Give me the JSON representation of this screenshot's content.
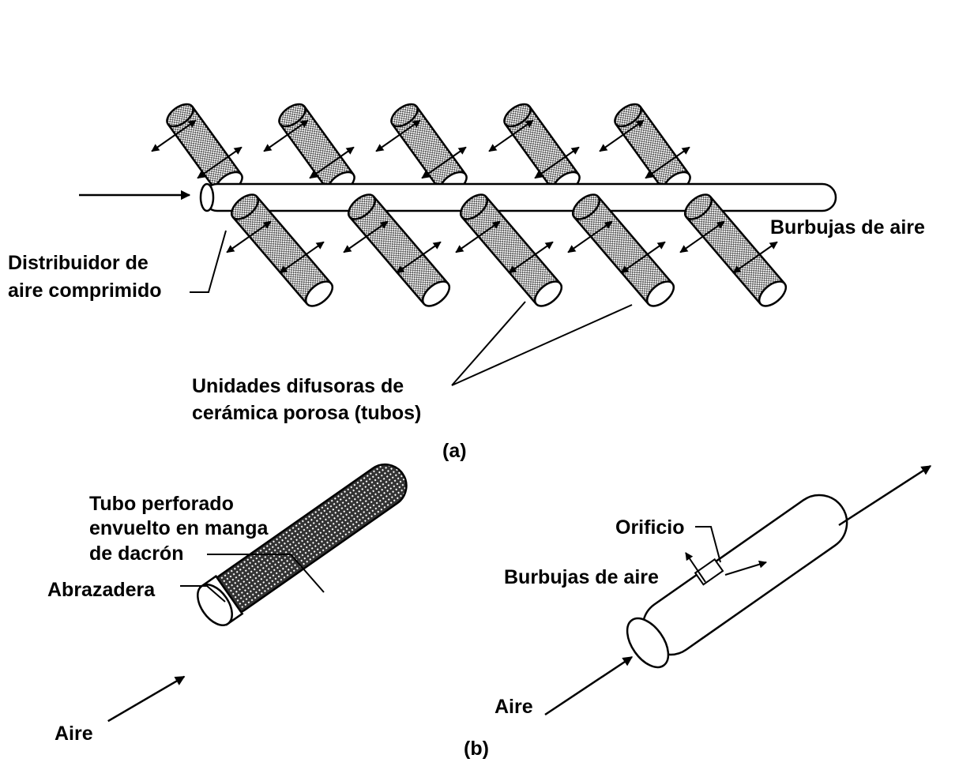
{
  "part_a": {
    "label_inlet": [
      "Distribuidor de",
      "aire comprimido"
    ],
    "label_bubbles": "Burbujas de aire",
    "label_units": [
      "Unidades difusoras de",
      "cerámica porosa (tubos)"
    ],
    "caption": "(a)"
  },
  "part_b": {
    "left": {
      "label_tube": [
        "Tubo perforado",
        "envuelto en manga",
        "de dacrón"
      ],
      "label_clamp": "Abrazadera",
      "label_air": "Aire"
    },
    "right": {
      "label_orifice": "Orificio",
      "label_bubbles": "Burbujas de aire",
      "label_air": "Aire"
    },
    "caption": "(b)"
  },
  "colors": {
    "ink": "#000000",
    "paper": "#ffffff",
    "stipple": "#9a9a9a"
  }
}
